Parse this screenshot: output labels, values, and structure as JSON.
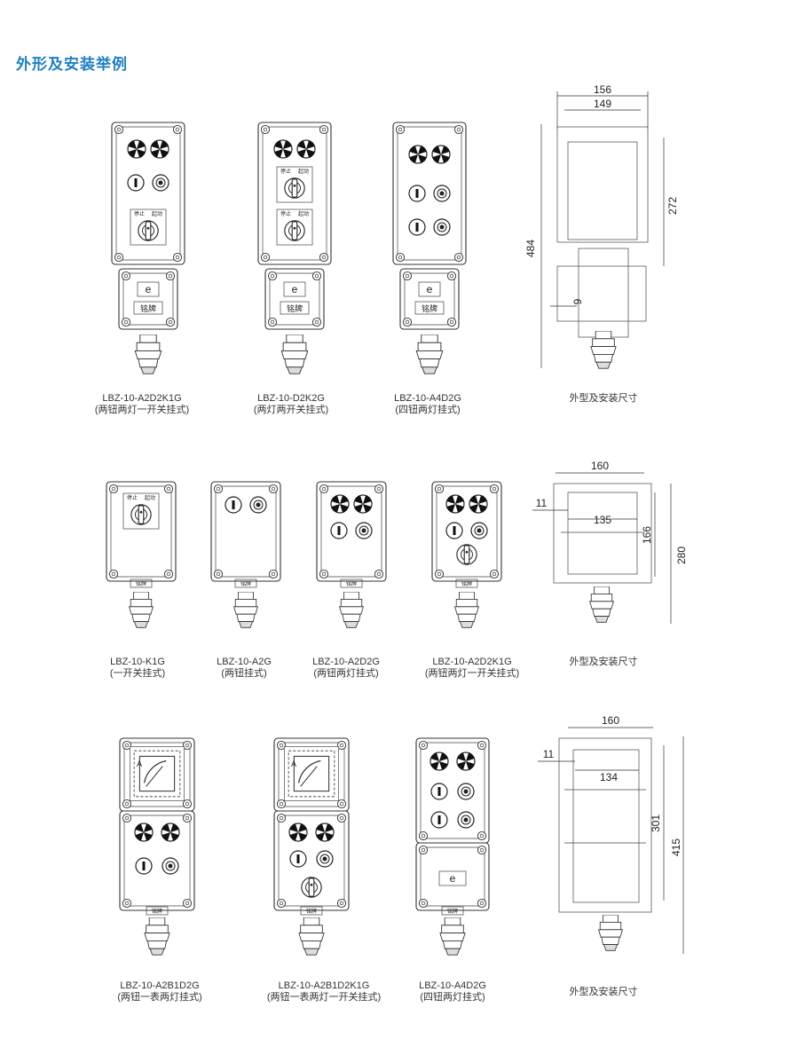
{
  "title": "外形及安装举例",
  "captions": [
    {
      "code": "LBZ-10-A2D2K1G",
      "desc": "(两钮两灯一开关挂式)"
    },
    {
      "code": "LBZ-10-D2K2G",
      "desc": "(两灯两开关挂式)"
    },
    {
      "code": "LBZ-10-A4D2G",
      "desc": "(四钮两灯挂式)"
    },
    {
      "code": "LBZ-10-K1G",
      "desc": "(一开关挂式)"
    },
    {
      "code": "LBZ-10-A2G",
      "desc": "(两钮挂式)"
    },
    {
      "code": "LBZ-10-A2D2G",
      "desc": "(两钮两灯挂式)"
    },
    {
      "code": "LBZ-10-A2D2K1G",
      "desc": "(两钮两灯一开关挂式)"
    },
    {
      "code": "LBZ-10-A2B1D2G",
      "desc": "(两钮一表两灯挂式)"
    },
    {
      "code": "LBZ-10-A2B1D2K1G",
      "desc": "(两钮一表两灯一开关挂式)"
    },
    {
      "code": "LBZ-10-A4D2G",
      "desc": "(四钮两灯挂式)"
    }
  ],
  "dim_caption": "外型及安装尺寸",
  "nameplate": "铭牌",
  "e_mark": "e",
  "meter_mark": "A",
  "switch_labels": {
    "stop": "停止",
    "start": "起动"
  },
  "dims_1": {
    "outer_w": "156",
    "inner_w": "149",
    "height": "484",
    "mount": "272",
    "hole": "9"
  },
  "dims_2": {
    "outer_w": "160",
    "offset": "11",
    "inner_w": "135",
    "mount": "166",
    "height": "280"
  },
  "dims_3": {
    "outer_w": "160",
    "offset": "11",
    "inner_w": "134",
    "mount": "301",
    "height": "415"
  }
}
